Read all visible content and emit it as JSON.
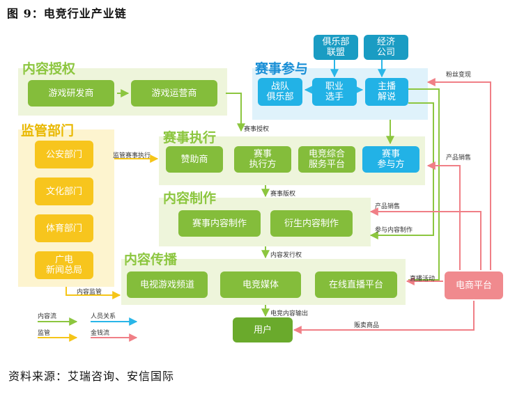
{
  "figure_title": "图 9：电竞行业产业链",
  "source": "资料来源：艾瑞咨询、安信国际",
  "sections": {
    "content_license": "内容授权",
    "regulator": "监管部门",
    "event_participation": "赛事参与",
    "event_execution": "赛事执行",
    "content_production": "内容制作",
    "content_distribution": "内容传播"
  },
  "boxes": {
    "game_developer": "游戏研发商",
    "game_operator": "游戏运营商",
    "public_security": "公安部门",
    "culture_dept": "文化部门",
    "sports_dept": "体育部门",
    "sarft": "广电\n新闻总局",
    "club_league": "俱乐部\n联盟",
    "economic_company": "经济\n公司",
    "team_club": "战队\n俱乐部",
    "pro_player": "职业\n选手",
    "anchor_commentator": "主播\n解说",
    "sponsor": "赞助商",
    "event_executor": "赛事\n执行方",
    "esports_service_platform": "电竞综合\n服务平台",
    "event_participant": "赛事\n参与方",
    "event_content_production": "赛事内容制作",
    "derivative_content_production": "衍生内容制作",
    "tv_game_channel": "电视游戏频道",
    "esports_media": "电竞媒体",
    "online_live_platform": "在线直播平台",
    "user": "用户",
    "ecommerce_platform": "电商平台"
  },
  "edge_labels": {
    "event_license": "赛事授权",
    "regulate_event_execution": "监管赛事执行",
    "event_copyright": "赛事版权",
    "content_distribution_right": "内容发行权",
    "content_regulation": "内容监管",
    "esports_content_output": "电竞内容输出",
    "fan_monetization": "粉丝变现",
    "product_sales_1": "产品销售",
    "product_sales_2": "产品销售",
    "participate_content_production": "参与内容制作",
    "live_streaming_activity": "直播活动",
    "sell_goods": "贩卖商品"
  },
  "legend": {
    "content_flow": "内容流",
    "personnel_relation": "人员关系",
    "regulation": "监管",
    "money_flow": "金钱流"
  },
  "colors": {
    "content_flow": "#8cc63f",
    "personnel_relation": "#29b6e8",
    "regulation": "#f5c518",
    "money_flow": "#f07f86"
  }
}
